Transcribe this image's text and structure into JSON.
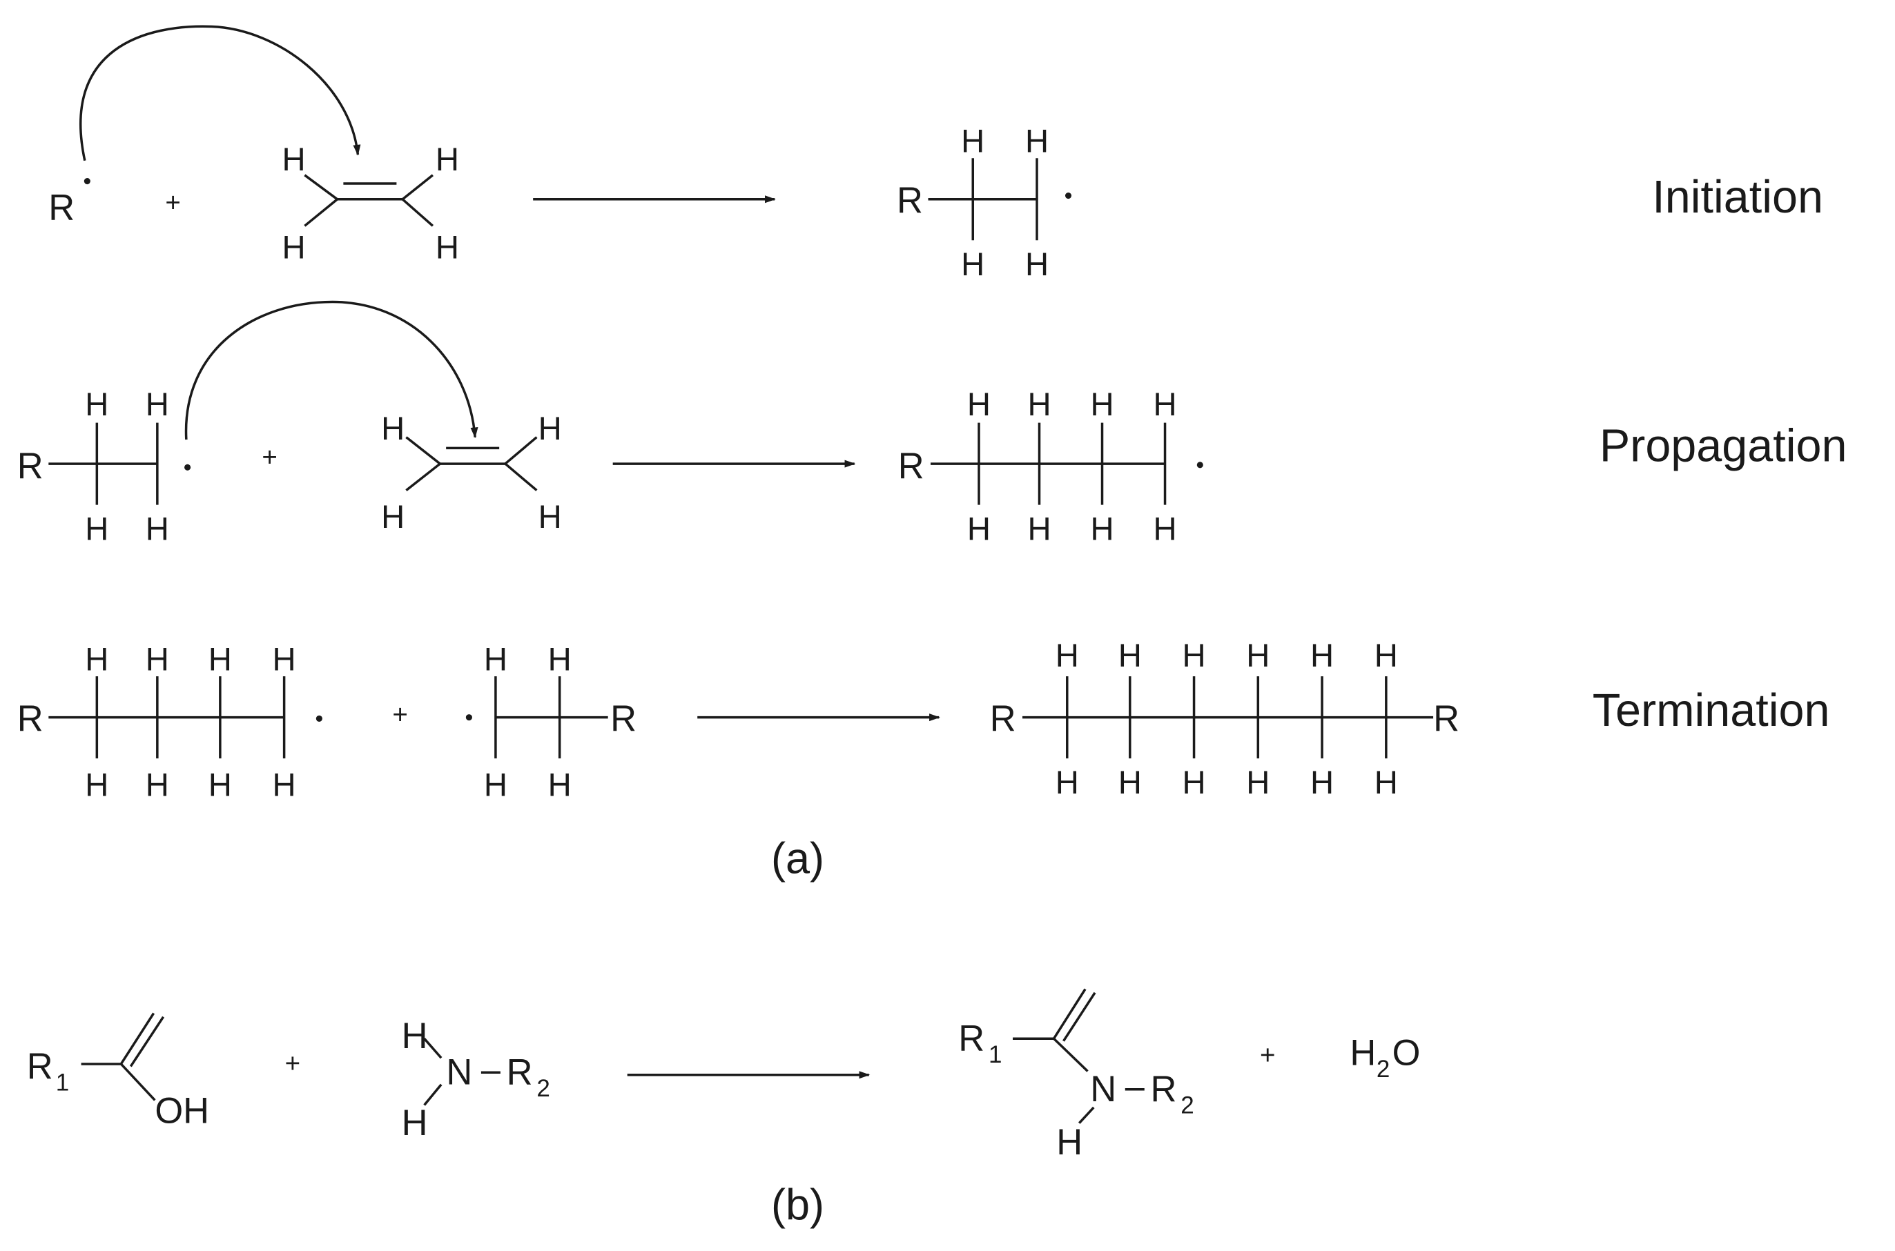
{
  "figure": {
    "panel_a": {
      "caption": "(a)",
      "steps": [
        {
          "label": "Initiation"
        },
        {
          "label": "Propagation"
        },
        {
          "label": "Termination"
        }
      ]
    },
    "panel_b": {
      "caption": "(b)"
    }
  },
  "atoms": {
    "H": "H",
    "R": "R",
    "N": "N",
    "OH": "OH",
    "O": "O",
    "sub1": "1",
    "sub2": "2",
    "plus": "+",
    "radical": "·"
  },
  "colors": {
    "ink": "#1a1a1a",
    "background": "#ffffff"
  }
}
